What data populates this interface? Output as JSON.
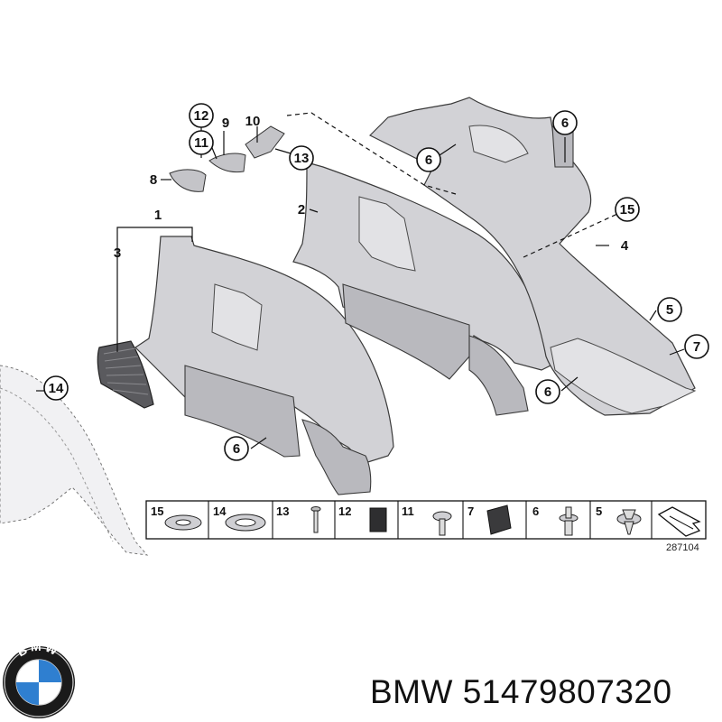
{
  "diagram": {
    "callouts": {
      "c12": "12",
      "c9": "9",
      "c10": "10",
      "c11": "11",
      "c13": "13",
      "c8": "8",
      "c1": "1",
      "c3": "3",
      "c2": "2",
      "c6a": "6",
      "c6b": "6",
      "c15": "15",
      "c4": "4",
      "c5": "5",
      "c7": "7",
      "c6c": "6",
      "c14": "14",
      "c6d": "6"
    },
    "legend": [
      "15",
      "14",
      "13",
      "12",
      "11",
      "7",
      "6",
      "5"
    ],
    "code": "287104"
  },
  "brand": {
    "logo_letters": "BMW",
    "caption": "BMW 51479807320"
  },
  "colors": {
    "panel": "#d2d2d6",
    "logo_blue": "#2f7fd0",
    "logo_ring": "#1a1a1a"
  }
}
